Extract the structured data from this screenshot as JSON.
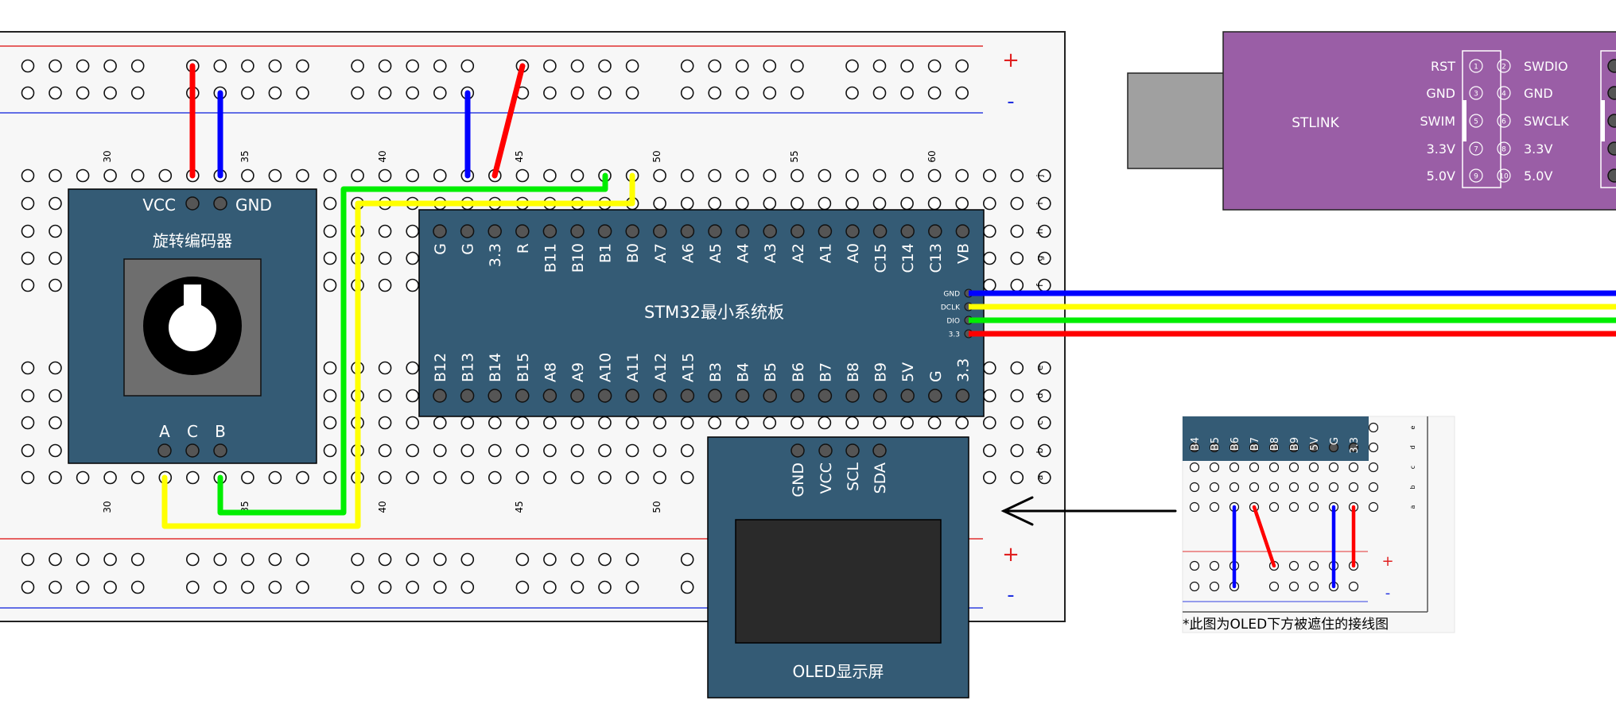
{
  "breadboard": {
    "column_numbers": [
      "30",
      "35",
      "40",
      "45",
      "50",
      "55",
      "60"
    ],
    "row_letters_top": [
      "j",
      "i",
      "h",
      "g",
      "f"
    ],
    "row_letters_bottom": [
      "e",
      "d",
      "c",
      "b",
      "a"
    ],
    "rail_plus": "+",
    "rail_minus": "-"
  },
  "encoder": {
    "title": "旋转编码器",
    "vcc": "VCC",
    "gnd": "GND",
    "pins": [
      "A",
      "C",
      "B"
    ]
  },
  "stm32": {
    "title": "STM32最小系统板",
    "top_pins": [
      "G",
      "G",
      "3.3",
      "R",
      "B11",
      "B10",
      "B1",
      "B0",
      "A7",
      "A6",
      "A5",
      "A4",
      "A3",
      "A2",
      "A1",
      "A0",
      "C15",
      "C14",
      "C13",
      "VB"
    ],
    "bottom_pins": [
      "B12",
      "B13",
      "B14",
      "B15",
      "A8",
      "A9",
      "A10",
      "A11",
      "A12",
      "A15",
      "B3",
      "B4",
      "B5",
      "B6",
      "B7",
      "B8",
      "B9",
      "5V",
      "G",
      "3.3"
    ],
    "swd_pins": [
      "GND",
      "DCLK",
      "DIO",
      "3.3"
    ]
  },
  "oled": {
    "title": "OLED显示屏",
    "pins": [
      "GND",
      "VCC",
      "SCL",
      "SDA"
    ]
  },
  "stlink": {
    "title": "STLINK",
    "left_labels": [
      "RST",
      "GND",
      "SWIM",
      "3.3V",
      "5.0V"
    ],
    "right_labels": [
      "SWDIO",
      "GND",
      "SWCLK",
      "3.3V",
      "5.0V"
    ],
    "pin_numbers": [
      "1",
      "2",
      "3",
      "4",
      "5",
      "6",
      "7",
      "8",
      "9",
      "10"
    ]
  },
  "inset": {
    "header_pins": [
      "B4",
      "B5",
      "B6",
      "B7",
      "B8",
      "B9",
      "5V",
      "G",
      "3.3"
    ],
    "row_letters": [
      "e",
      "d",
      "c",
      "b",
      "a"
    ],
    "rail_plus": "+",
    "rail_minus": "-",
    "caption": "*此图为OLED下方被遮住的接线图"
  },
  "colors": {
    "board_blue": "#345b75",
    "stlink_purple": "#9a5ea6",
    "wire_red": "#ff0000",
    "wire_blue": "#0000ff",
    "wire_yellow": "#ffff00",
    "wire_green": "#00ee00"
  }
}
